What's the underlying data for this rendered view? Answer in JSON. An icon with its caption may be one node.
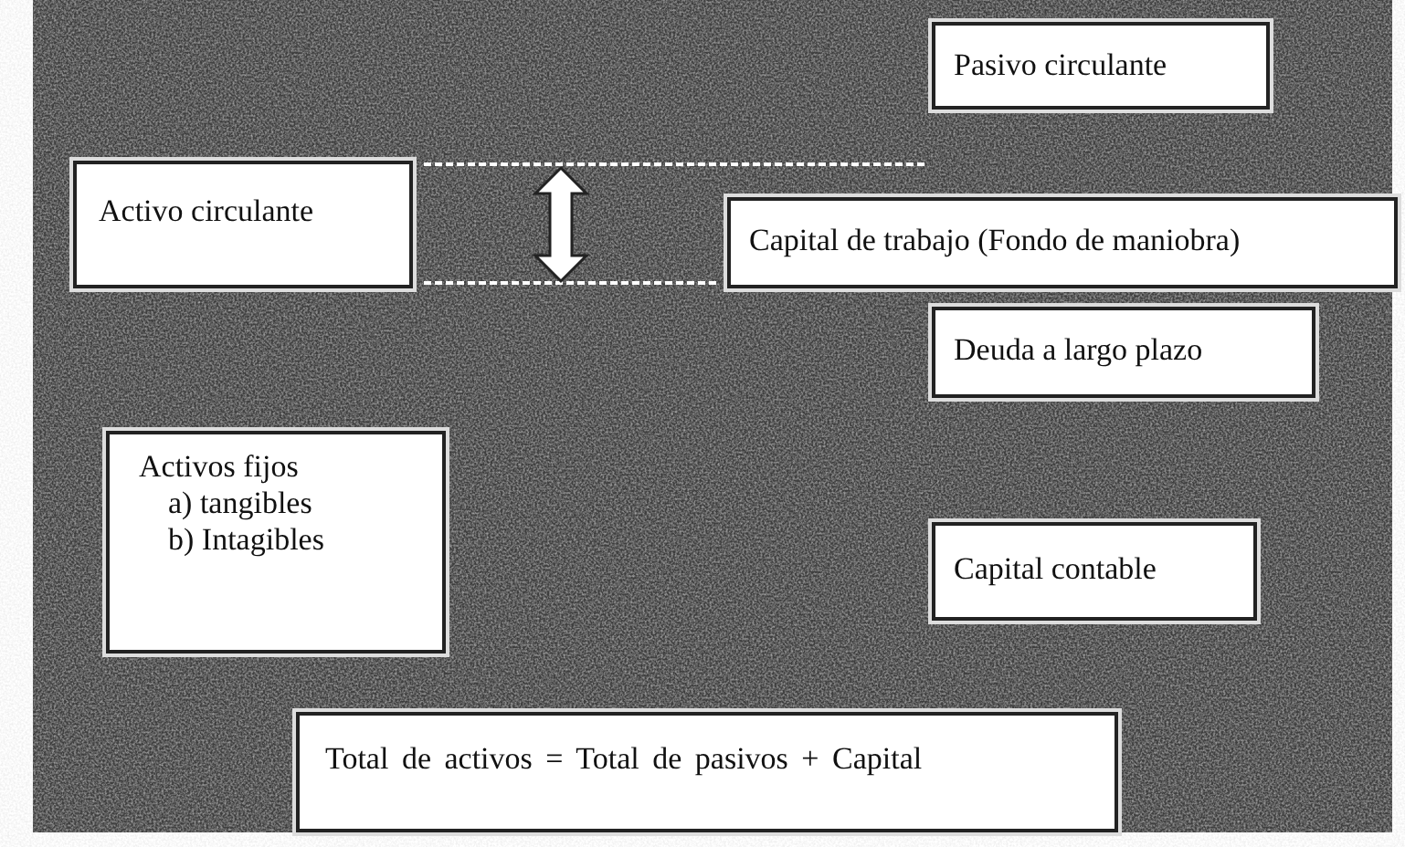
{
  "diagram": {
    "nodes": [
      {
        "text": [
          "Pasivo circulante"
        ]
      },
      {
        "text": [
          "Activo circulante"
        ]
      },
      {
        "text": [
          "Capital de trabajo (Fondo de maniobra)"
        ]
      },
      {
        "text": [
          "Deuda a largo plazo"
        ]
      },
      {
        "text": [
          "Activos fijos",
          "a) tangibles",
          "b) Intagibles"
        ]
      },
      {
        "text": [
          "Capital contable"
        ]
      },
      {
        "text": [
          "Total de activos = Total de pasivos + Capital"
        ]
      }
    ]
  }
}
